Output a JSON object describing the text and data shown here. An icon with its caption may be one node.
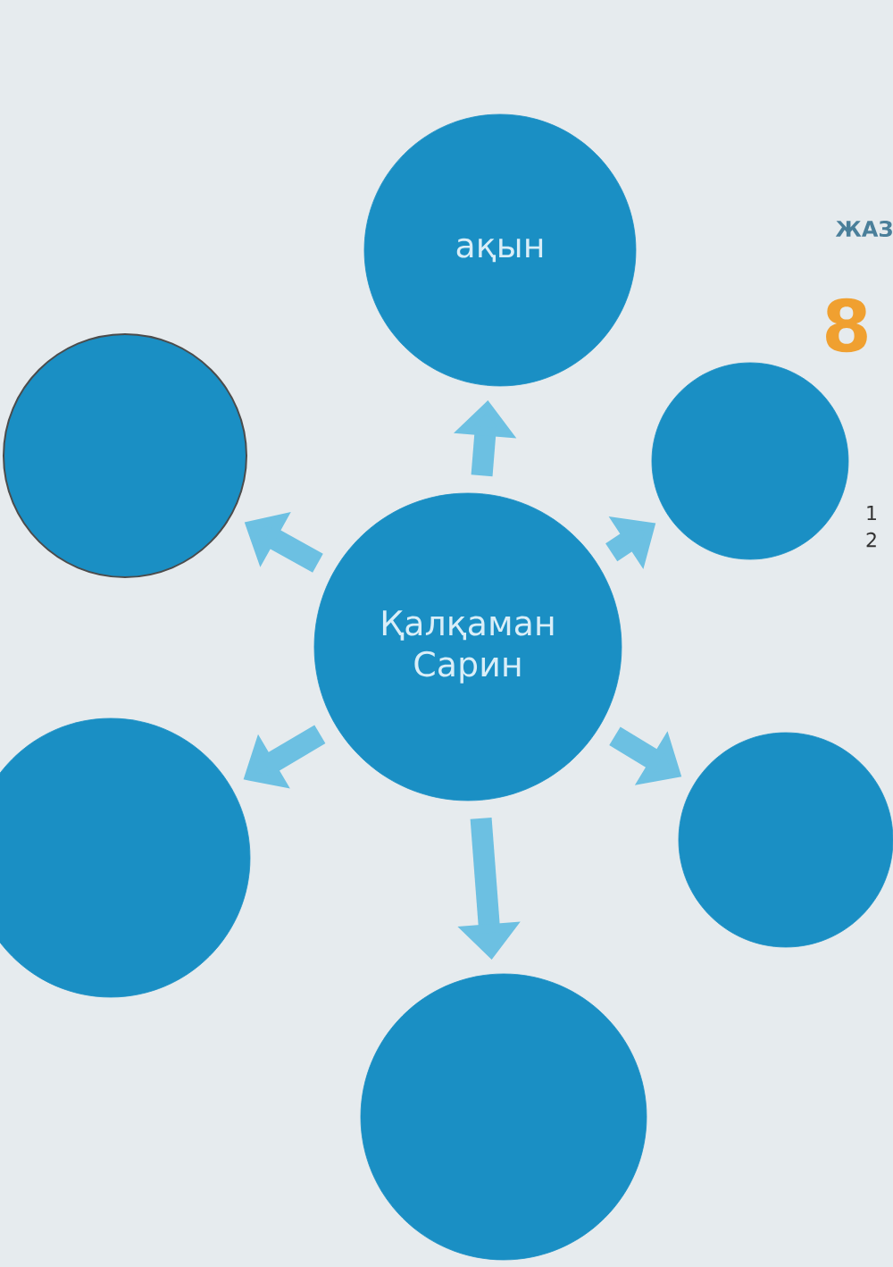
{
  "diagram": {
    "nodes": [
      {
        "text": [
          "ақын"
        ]
      },
      {
        "text": [],
        "shape": "circle"
      },
      {
        "text": [],
        "shape": "circle"
      },
      {
        "text": [
          "Қалқаман Сарин"
        ]
      },
      {
        "text": [],
        "shape": "circle"
      },
      {
        "text": [],
        "shape": "circle"
      },
      {
        "text": [],
        "shape": "circle"
      }
    ],
    "edges": [
      {
        "from": 3,
        "to": 0,
        "arrow": "to"
      },
      {
        "from": 3,
        "to": 1,
        "arrow": "to"
      },
      {
        "from": 3,
        "to": 2,
        "arrow": "to"
      },
      {
        "from": 3,
        "to": 4,
        "arrow": "to"
      },
      {
        "from": 3,
        "to": 5,
        "arrow": "to"
      },
      {
        "from": 3,
        "to": 6,
        "arrow": "to"
      }
    ],
    "labels": [
      "ЖАЗ",
      "8",
      "1",
      "2"
    ]
  }
}
